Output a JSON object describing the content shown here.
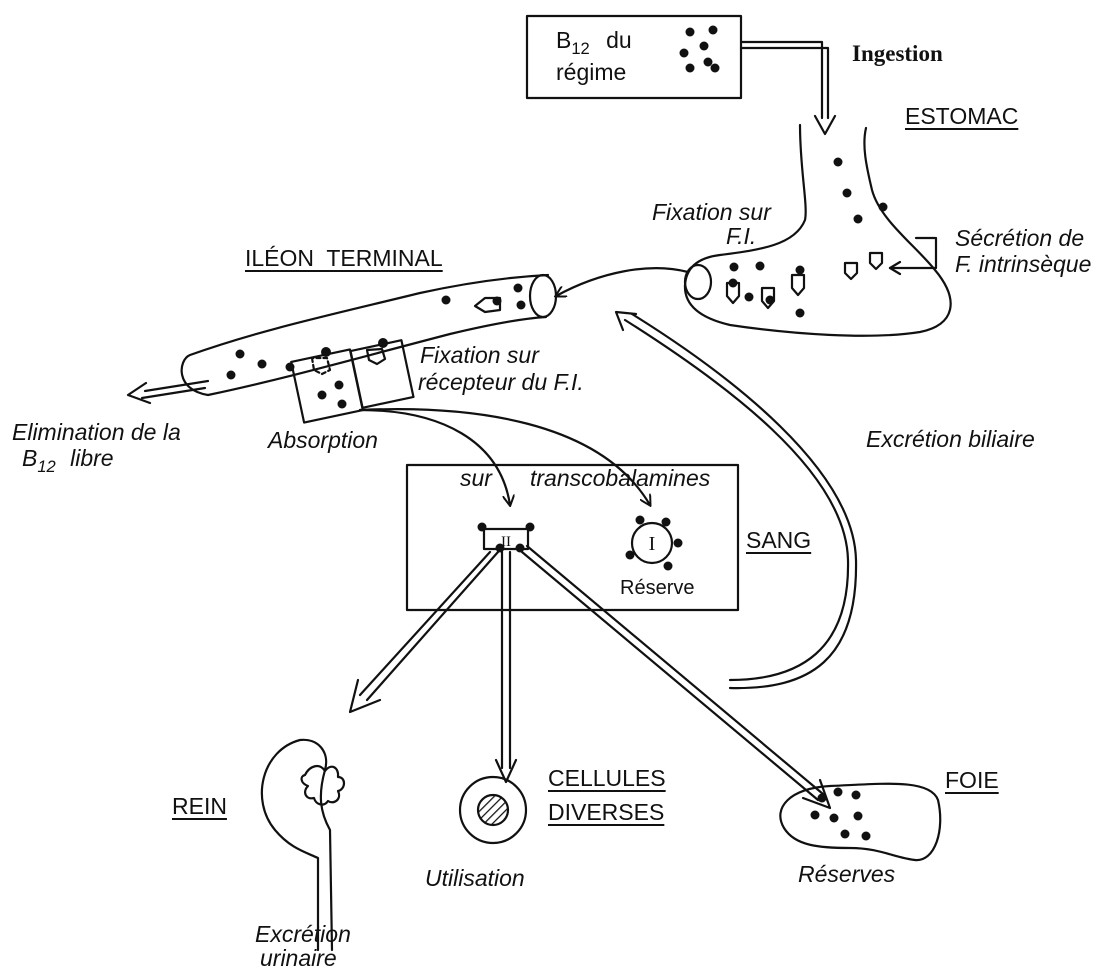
{
  "labels": {
    "diet_b": "B",
    "diet_sub": "12",
    "diet_du": "du",
    "diet_regime": "régime",
    "ingestion": "Ingestion",
    "estomac": "ESTOMAC",
    "fixation_fi_1": "Fixation sur",
    "fixation_fi_2": "F.I.",
    "secretion_1": "Sécrétion de",
    "secretion_2": "F. intrinsèque",
    "ileon": "ILÉON  TERMINAL",
    "fixation_rec_1": "Fixation sur",
    "fixation_rec_2": "récepteur du F.I.",
    "elimination_1": "Elimination de la",
    "elimination_b": "B",
    "elimination_sub": "12",
    "elimination_libre": "libre",
    "absorption": "Absorption",
    "excretion_biliaire": "Excrétion biliaire",
    "transco_sur": "sur",
    "transco": "transcobalamines",
    "sang": "SANG",
    "reserve": "Réserve",
    "tc_one": "I",
    "tc_two": "II",
    "rein": "REIN",
    "cellules": "CELLULES",
    "diverses": "DIVERSES",
    "utilisation": "Utilisation",
    "foie": "FOIE",
    "reserves": "Réserves",
    "excretion_urinaire_1": "Excrétion",
    "excretion_urinaire_2": "urinaire"
  },
  "colors": {
    "ink": "#111111",
    "background": "#ffffff"
  }
}
